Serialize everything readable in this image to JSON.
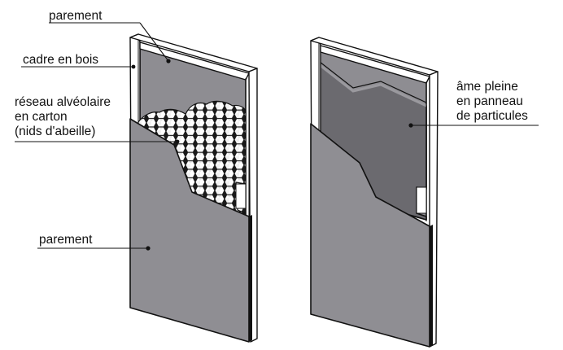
{
  "figure": {
    "description": "Cut-away views of two flush door constructions",
    "colors": {
      "facing": "#8f8e93",
      "inner_back_facing": "#8e8d92",
      "particleboard_core": "#6b6a6f",
      "frame": "#ffffff",
      "outline": "#111111",
      "honeycomb_cells": "#ffffff"
    }
  },
  "left_door": {
    "name": "honeycomb-core door",
    "labels": {
      "top_facing": "parement",
      "frame": "cadre en bois",
      "core_line1": "réseau alvéolaire",
      "core_line2": "en carton",
      "core_line3": "(nids d'abeille)",
      "front_facing": "parement"
    }
  },
  "right_door": {
    "name": "solid-core door",
    "labels": {
      "core_line1": "âme pleine",
      "core_line2": "en panneau",
      "core_line3": "de particules"
    }
  }
}
